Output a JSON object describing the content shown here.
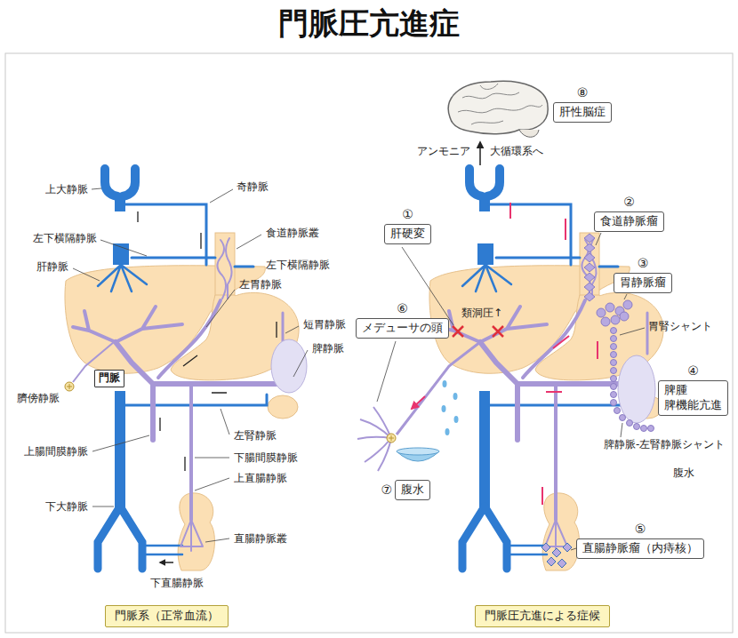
{
  "diagram": {
    "title": "門脈圧亢進症",
    "nodes": [
      {
        "text": [
          "門脈"
        ]
      },
      {
        "text": [
          "門脈系（正常血流）"
        ]
      },
      {
        "text": [
          "⑧",
          "肝性脳症"
        ]
      },
      {
        "text": [
          "②",
          "食道静脈瘤"
        ]
      },
      {
        "text": [
          "①",
          "肝硬変"
        ]
      },
      {
        "text": [
          "③",
          "胃静脈瘤"
        ]
      },
      {
        "text": [
          "⑥",
          "メデューサの頭"
        ]
      },
      {
        "text": [
          "④",
          "脾腫",
          "脾機能亢進"
        ]
      },
      {
        "text": [
          "⑦",
          "腹水"
        ]
      },
      {
        "text": [
          "⑤",
          "直腸静脈瘤（内痔核）"
        ]
      },
      {
        "text": [
          "門脈圧亢進による症候"
        ]
      }
    ],
    "labels": [
      "上大静脈",
      "奇静脈",
      "左下横隔静脈",
      "食道静脈叢",
      "左下横隔静脈",
      "肝静脈",
      "左胃静脈",
      "短胃静脈",
      "脾静脈",
      "臍傍静脈",
      "上腸間膜静脈",
      "左腎静脈",
      "下腸間膜静脈",
      "上直腸静脈",
      "下大静脈",
      "直腸静脈叢",
      "下直腸静脈",
      "アンモニア",
      "大循環系へ",
      "類洞圧↑",
      "胃腎シャント",
      "脾静脈-左腎静脈シャント",
      "腹水"
    ]
  }
}
